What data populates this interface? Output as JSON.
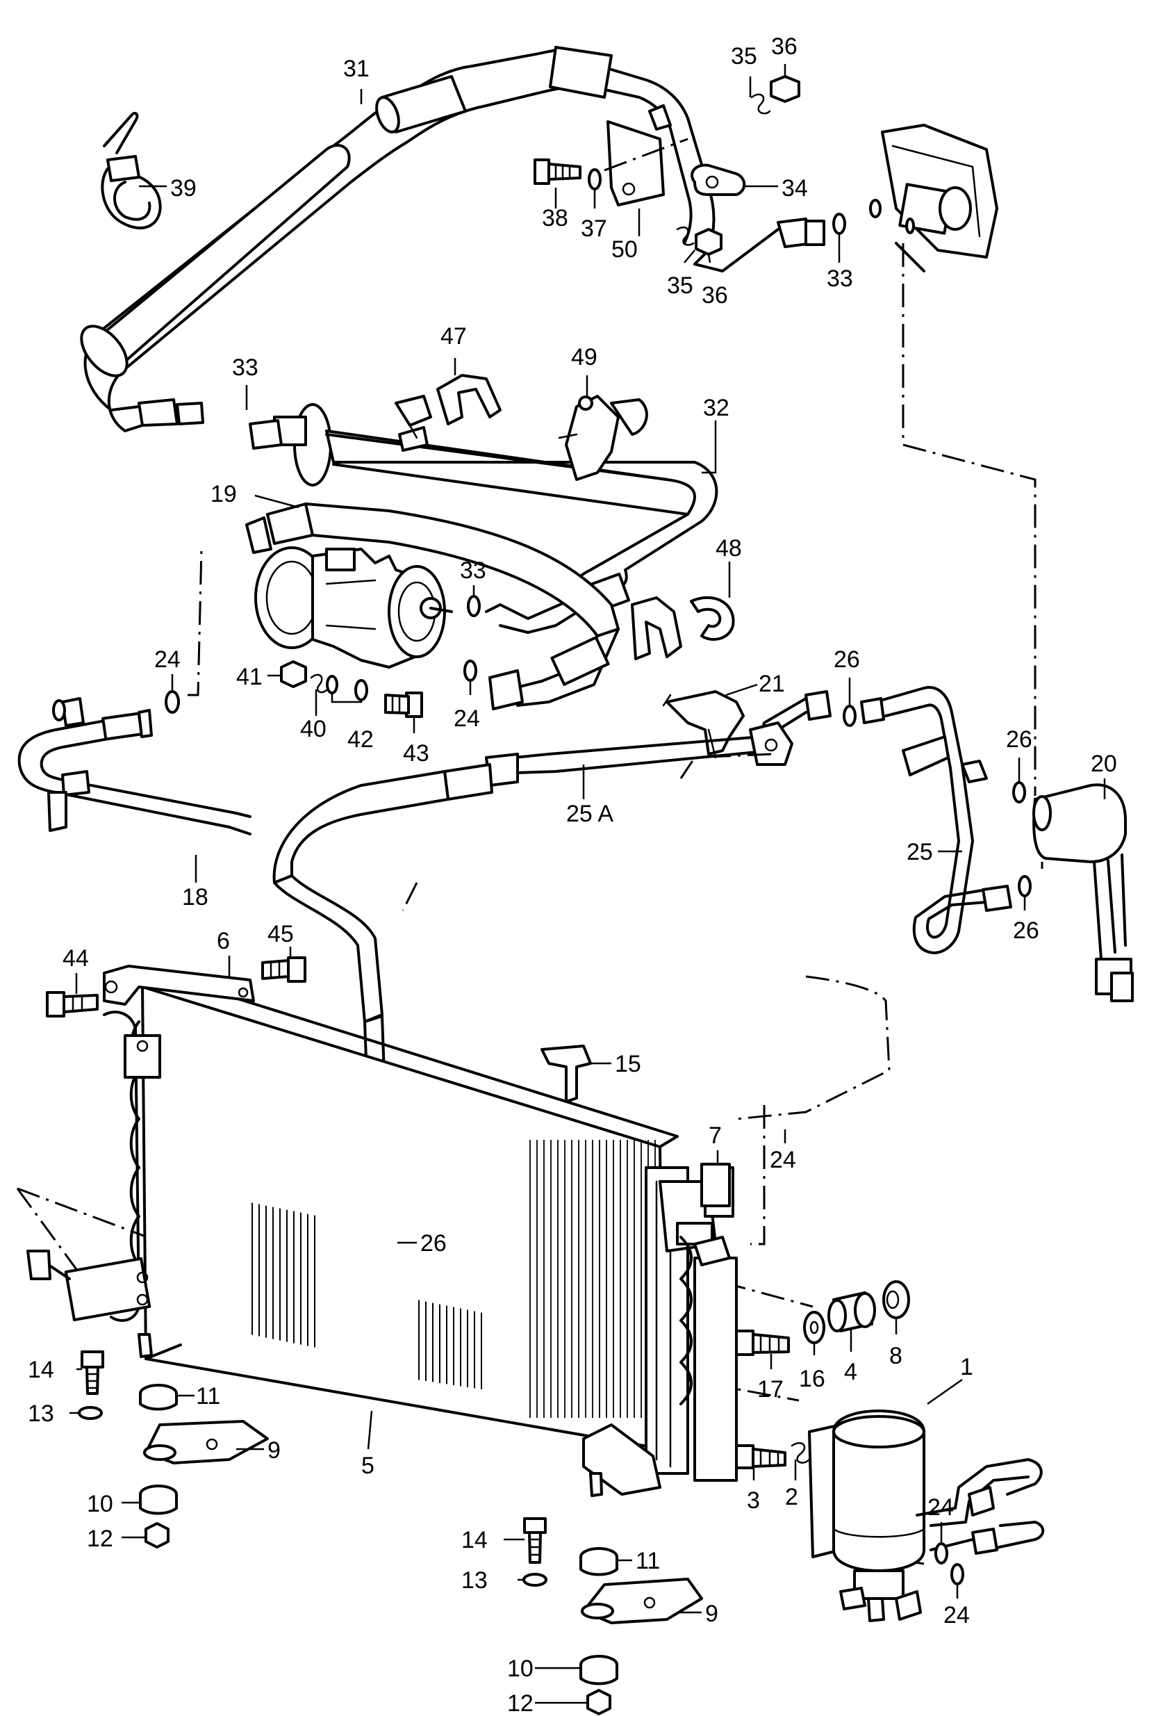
{
  "callouts": [
    {
      "id": "c31",
      "text": "31"
    },
    {
      "id": "c35a",
      "text": "35"
    },
    {
      "id": "c36a",
      "text": "36"
    },
    {
      "id": "c39",
      "text": "39"
    },
    {
      "id": "c34",
      "text": "34"
    },
    {
      "id": "c38",
      "text": "38"
    },
    {
      "id": "c37",
      "text": "37"
    },
    {
      "id": "c50",
      "text": "50"
    },
    {
      "id": "c35b",
      "text": "35"
    },
    {
      "id": "c36b",
      "text": "36"
    },
    {
      "id": "c33a",
      "text": "33"
    },
    {
      "id": "c47",
      "text": "47"
    },
    {
      "id": "c49",
      "text": "49"
    },
    {
      "id": "c32",
      "text": "32"
    },
    {
      "id": "c33b",
      "text": "33"
    },
    {
      "id": "c19",
      "text": "19"
    },
    {
      "id": "c33c",
      "text": "33"
    },
    {
      "id": "c48",
      "text": "48"
    },
    {
      "id": "c24a",
      "text": "24"
    },
    {
      "id": "c41",
      "text": "41"
    },
    {
      "id": "c40",
      "text": "40"
    },
    {
      "id": "c42",
      "text": "42"
    },
    {
      "id": "c43",
      "text": "43"
    },
    {
      "id": "c24b",
      "text": "24"
    },
    {
      "id": "c21",
      "text": "21"
    },
    {
      "id": "c26a",
      "text": "26"
    },
    {
      "id": "c26b",
      "text": "26"
    },
    {
      "id": "c20",
      "text": "20"
    },
    {
      "id": "c25a",
      "text": "25 A"
    },
    {
      "id": "c25",
      "text": "25"
    },
    {
      "id": "c26c",
      "text": "26"
    },
    {
      "id": "c18",
      "text": "18"
    },
    {
      "id": "c6",
      "text": "6"
    },
    {
      "id": "c44",
      "text": "44"
    },
    {
      "id": "c45",
      "text": "45"
    },
    {
      "id": "c15",
      "text": "15"
    },
    {
      "id": "c7",
      "text": "7"
    },
    {
      "id": "c24c",
      "text": "24"
    },
    {
      "id": "c26d",
      "text": "26"
    },
    {
      "id": "c8",
      "text": "8"
    },
    {
      "id": "c4",
      "text": "4"
    },
    {
      "id": "c16",
      "text": "16"
    },
    {
      "id": "c17",
      "text": "17"
    },
    {
      "id": "c1",
      "text": "1"
    },
    {
      "id": "c14a",
      "text": "14"
    },
    {
      "id": "c11a",
      "text": "11"
    },
    {
      "id": "c13a",
      "text": "13"
    },
    {
      "id": "c9a",
      "text": "9"
    },
    {
      "id": "c5",
      "text": "5"
    },
    {
      "id": "c10a",
      "text": "10"
    },
    {
      "id": "c12a",
      "text": "12"
    },
    {
      "id": "c3",
      "text": "3"
    },
    {
      "id": "c2",
      "text": "2"
    },
    {
      "id": "c24d",
      "text": "24"
    },
    {
      "id": "c24e",
      "text": "24"
    },
    {
      "id": "c14b",
      "text": "14"
    },
    {
      "id": "c11b",
      "text": "11"
    },
    {
      "id": "c13b",
      "text": "13"
    },
    {
      "id": "c9b",
      "text": "9"
    },
    {
      "id": "c10b",
      "text": "10"
    },
    {
      "id": "c12b",
      "text": "12"
    }
  ]
}
